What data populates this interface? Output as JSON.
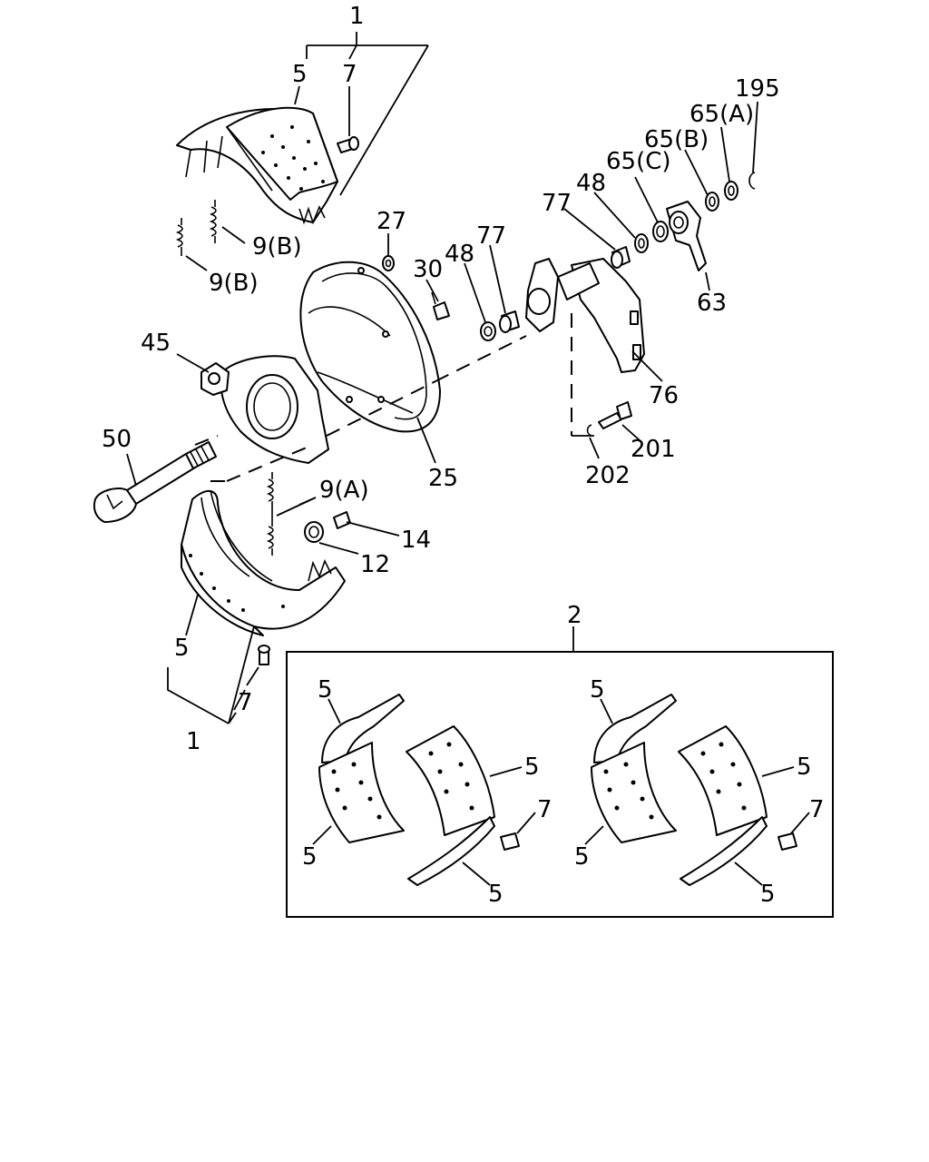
{
  "labels": {
    "n1_top": "1",
    "n5_top": "5",
    "n7_top": "7",
    "n9b_1": "9(B)",
    "n9b_2": "9(B)",
    "n27": "27",
    "n30": "30",
    "n48_a": "48",
    "n77_a": "77",
    "n48_b": "48",
    "n77_b": "77",
    "n65c": "65(C)",
    "n65b": "65(B)",
    "n65a": "65(A)",
    "n195": "195",
    "n63": "63",
    "n76": "76",
    "n45": "45",
    "n50": "50",
    "n25": "25",
    "n9a": "9(A)",
    "n14": "14",
    "n12": "12",
    "n201": "201",
    "n202": "202",
    "n5_low": "5",
    "n7_low": "7",
    "n1_low": "1",
    "n2": "2",
    "kit_l_5a": "5",
    "kit_l_5b": "5",
    "kit_l_5c": "5",
    "kit_l_5d": "5",
    "kit_l_7": "7",
    "kit_r_5a": "5",
    "kit_r_5b": "5",
    "kit_r_5c": "5",
    "kit_r_5d": "5",
    "kit_r_7": "7"
  }
}
